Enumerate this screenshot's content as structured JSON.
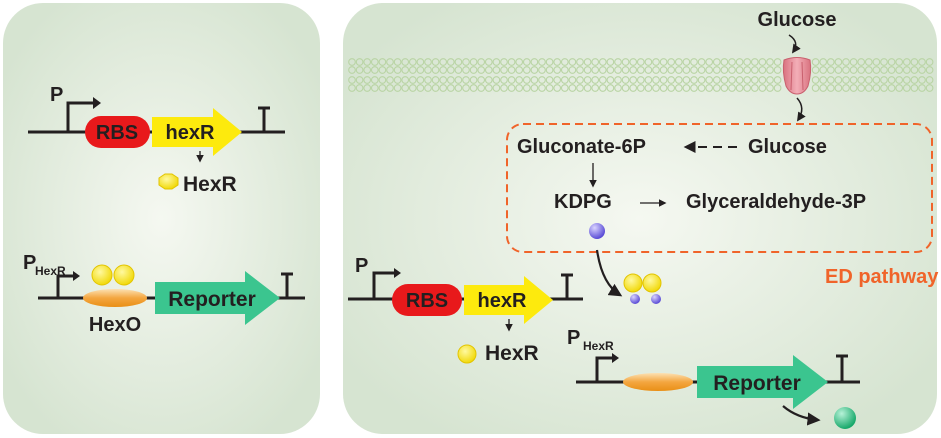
{
  "left_panel": {
    "promoter_label": "P",
    "rbs_label": "RBS",
    "gene_label": "hexR",
    "protein_label": "HexR",
    "hexr_promoter_main": "P",
    "hexr_promoter_sub": "HexR",
    "operator_label": "HexO",
    "reporter_label": "Reporter"
  },
  "right_panel": {
    "glucose_outside": "Glucose",
    "gluconate": "Gluconate-6P",
    "glucose_inside": "Glucose",
    "kdpg": "KDPG",
    "glyceraldehyde": "Glyceraldehyde-3P",
    "pathway_label": "ED pathway",
    "promoter_label": "P",
    "rbs_label": "RBS",
    "gene_label": "hexR",
    "protein_label": "HexR",
    "hexr_promoter_main": "P",
    "hexr_promoter_sub": "HexR",
    "reporter_label": "Reporter"
  },
  "colors": {
    "rbs": "#e8191b",
    "gene": "#fdea0d",
    "reporter": "#3bc58f",
    "hexr_protein": "#fbe90f",
    "operator": "#f29a1e",
    "pathway": "#f0642a",
    "kdpg": "#7a6de4",
    "transporter": "#e88a95"
  }
}
